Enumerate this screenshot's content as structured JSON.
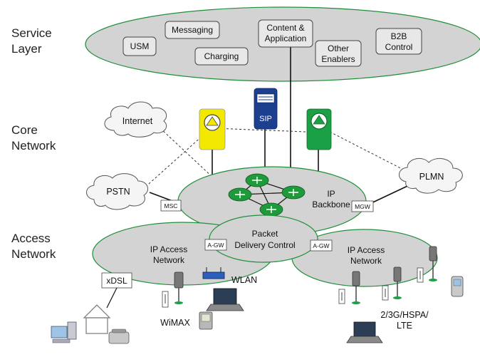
{
  "layers": {
    "service": [
      "Service",
      "Layer"
    ],
    "core": [
      "Core",
      "Network"
    ],
    "access": [
      "Access",
      "Network"
    ]
  },
  "service_enablers": {
    "usm": "USM",
    "messaging": "Messaging",
    "charging": "Charging",
    "content": [
      "Content &",
      "Application"
    ],
    "other": [
      "Other",
      "Enablers"
    ],
    "b2b": [
      "B2B",
      "Control"
    ]
  },
  "clouds": {
    "internet": "Internet",
    "pstn": "PSTN",
    "plmn": "PLMN"
  },
  "core": {
    "sip": "SIP",
    "backbone": [
      "IP",
      "Backbone"
    ],
    "msc": "MSC",
    "mgw": "MGW"
  },
  "access": {
    "left_net": [
      "IP Access",
      "Network"
    ],
    "right_net": [
      "IP Access",
      "Network"
    ],
    "packet": [
      "Packet",
      "Delivery Control"
    ],
    "agw_left": "A-GW",
    "agw_right": "A-GW",
    "xdsl": "xDSL",
    "wlan": "WLAN",
    "wimax": "WiMAX",
    "mobile": [
      "2/3G/HSPA/",
      "LTE"
    ]
  },
  "colors": {
    "layer_fill": "#d3d3d3",
    "ellipse_border": "#1f8f3a",
    "router_green": "#1f9a3a",
    "yellow_server": "#f2e800",
    "sip_blue": "#1d3f8f",
    "green_server": "#1aa146"
  }
}
